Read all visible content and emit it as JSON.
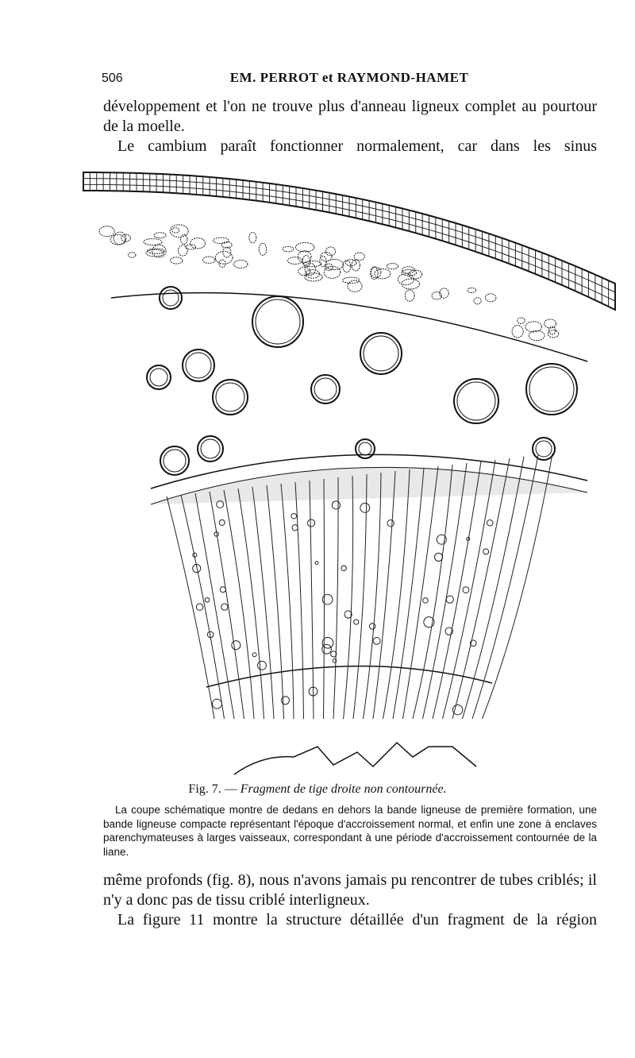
{
  "header": {
    "page_number": "506",
    "running_title": "EM. PERROT et RAYMOND-HAMET"
  },
  "body_top": [
    "développement et l'on ne trouve plus d'anneau ligneux complet au pourtour de la moelle.",
    "Le cambium paraît fonctionner normalement, car dans les sinus"
  ],
  "figure": {
    "label": "Fig. 7. —",
    "title": "Fragment de tige droite non contournée.",
    "caption": "La coupe schématique montre de dedans en dehors la bande ligneuse de première formation, une bande ligneuse compacte représentant l'époque d'accroissement normal, et enfin une zone à enclaves parenchymateuses à larges vaisseaux, correspondant à une période d'accroissement contournée de la liane."
  },
  "body_bottom": [
    "même profonds (fig. 8), nous n'avons jamais pu rencontrer de tubes criblés; il n'y a donc pas de tissu criblé interligneux.",
    "La figure 11 montre la structure détaillée d'un fragment de la région"
  ]
}
